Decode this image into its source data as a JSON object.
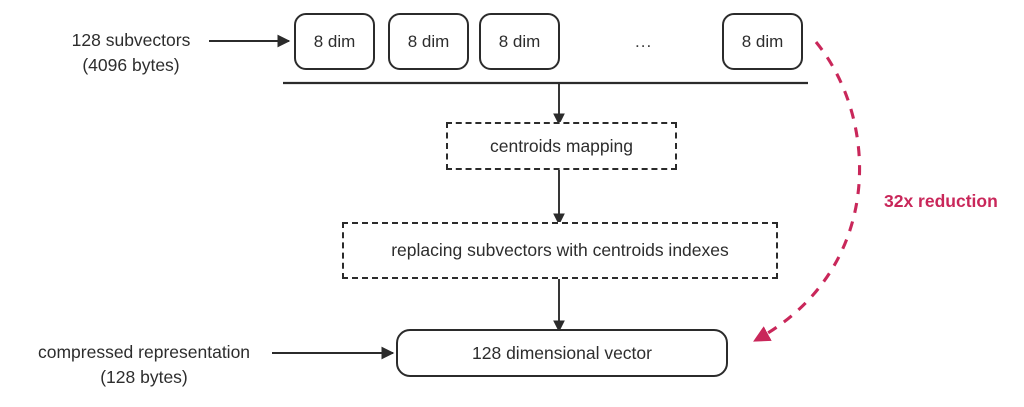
{
  "figure": {
    "title": "Product quantization compression diagram",
    "background": "#ffffff",
    "ink_color": "#2b2b2b",
    "text_color": "#2d2d2d",
    "accent_color": "#c9275a"
  },
  "labels": {
    "input_label_line1": "128 subvectors",
    "input_label_line2": "(4096 bytes)",
    "output_label_line1": "compressed representation",
    "output_label_line2": "(128 bytes)",
    "reduction_note": "32x reduction"
  },
  "subvectors": {
    "ellipsis": "...",
    "boxes": [
      {
        "label": "8 dim"
      },
      {
        "label": "8 dim"
      },
      {
        "label": "8 dim"
      },
      {
        "label": "8 dim"
      }
    ]
  },
  "stages": {
    "centroids_mapping": "centroids mapping",
    "replacing": "replacing subvectors with centroids indexes",
    "result_vector": "128 dimensional vector"
  },
  "icons": {
    "arrow_right": "arrow-right-icon",
    "arrow_down": "arrow-down-icon",
    "curved_dashed_arrow": "curved-dashed-arrow-icon"
  }
}
